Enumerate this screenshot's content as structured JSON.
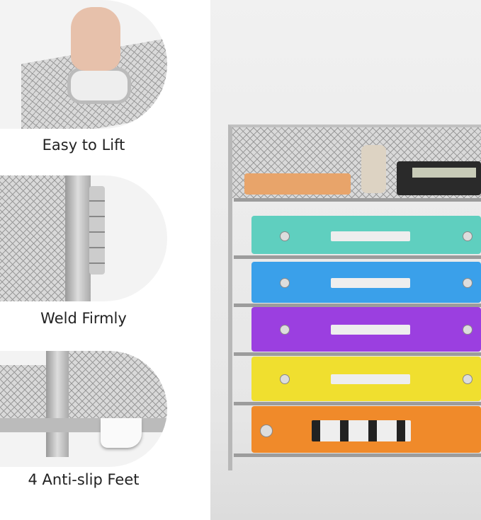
{
  "features": [
    {
      "label": "Easy to Lift",
      "icon": "handle-lift-photo"
    },
    {
      "label": "Weld Firmly",
      "icon": "weld-hinge-photo"
    },
    {
      "label": "4 Anti-slip Feet",
      "icon": "anti-slip-foot-photo"
    }
  ],
  "binders": [
    {
      "color": "#5fcfbf"
    },
    {
      "color": "#3aa0ea"
    },
    {
      "color": "#9b3fe0"
    },
    {
      "color": "#f0df2f"
    },
    {
      "color": "#f08a2a"
    }
  ]
}
